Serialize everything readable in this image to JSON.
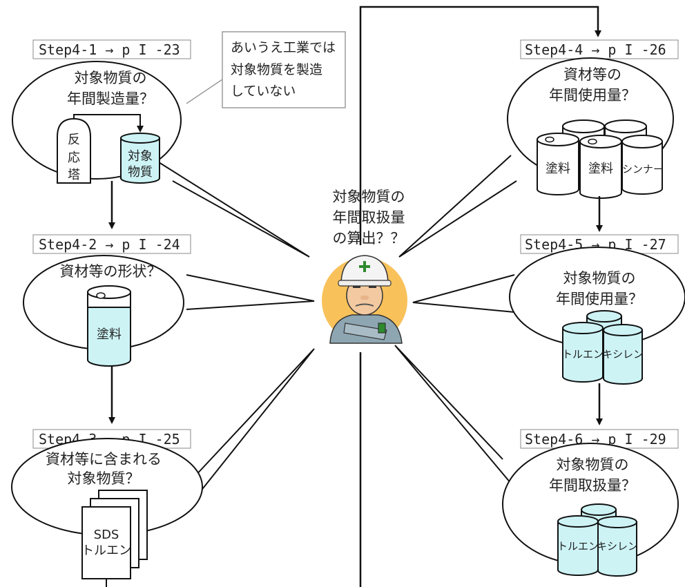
{
  "colors": {
    "line": "#111111",
    "cyan_fill": "#cdf3f5",
    "face_bg": "#f8c15a",
    "helmet": "#f4f4f4",
    "helmet_cross": "#2f8a2f",
    "jacket": "#8ea6b2",
    "note_border": "#9a9a9a"
  },
  "center": {
    "title_line1": "対象物質の",
    "title_line2": "年間取扱量",
    "title_line3": "の算出？？"
  },
  "note": {
    "line1": "あいうえ工業では",
    "line2": "対象物質を製造",
    "line3": "していない"
  },
  "steps": [
    {
      "label": "Step4-1 → p I -23",
      "q1": "対象物質の",
      "q2": "年間製造量？"
    },
    {
      "label": "Step4-2 → p I -24",
      "q1": "資材等の形状？",
      "q2": ""
    },
    {
      "label": "Step4-3 → p I -25",
      "q1": "資材等に含まれる",
      "q2": "対象物質？"
    },
    {
      "label": "Step4-4 → p I -26",
      "q1": "資材等の",
      "q2": "年間使用量？"
    },
    {
      "label": "Step4-5 → p I -27",
      "q1": "対象物質の",
      "q2": "年間使用量？"
    },
    {
      "label": "Step4-6 → p I -29",
      "q1": "対象物質の",
      "q2": "年間取扱量？"
    }
  ],
  "icons": {
    "reactor": {
      "c1": "反",
      "c2": "応",
      "c3": "塔"
    },
    "product_drum": {
      "c1": "対象",
      "c2": "物質"
    },
    "paint_can": {
      "label": "塗料"
    },
    "sds_doc": {
      "l1": "SDS",
      "l2": "トルエン"
    },
    "drums4": {
      "d1": "塗料",
      "d2": "塗料",
      "d3": "シンナー"
    },
    "chem_drums5": {
      "d1": "トルエン",
      "d2": "キシレン"
    },
    "chem_drums6": {
      "d1": "トルエン",
      "d2": "キシレン"
    }
  }
}
